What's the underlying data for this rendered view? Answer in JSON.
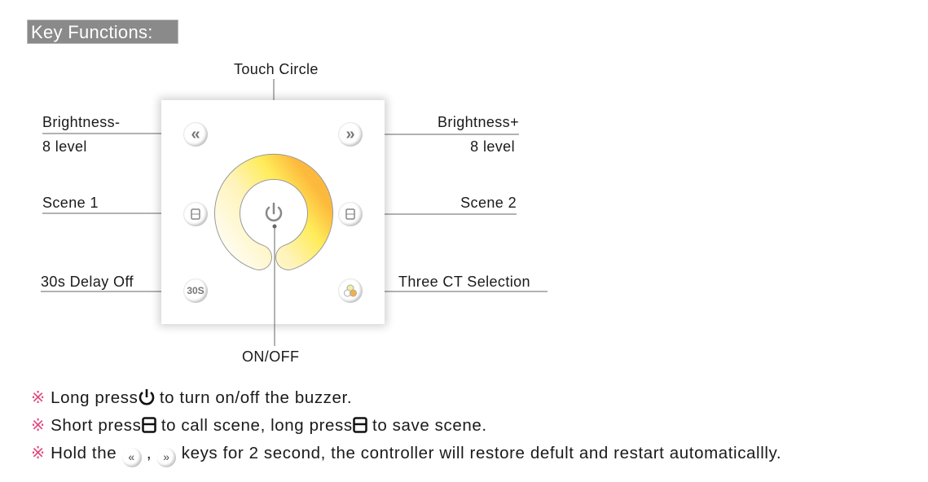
{
  "header": {
    "title": "Key Functions:"
  },
  "labels": {
    "touch_circle": "Touch Circle",
    "brightness_minus": "Brightness-",
    "brightness_minus_levels": "8 level",
    "brightness_plus": "Brightness+",
    "brightness_plus_levels": "8 level",
    "scene1": "Scene 1",
    "scene2": "Scene 2",
    "delay_off": "30s Delay Off",
    "ct_selection": "Three CT Selection",
    "on_off": "ON/OFF"
  },
  "panel": {
    "delay_button_text": "30S",
    "minus_glyph": "«",
    "plus_glyph": "»"
  },
  "notes": [
    {
      "mark": "※",
      "a": "Long press",
      "b": "to turn on/off the buzzer."
    },
    {
      "mark": "※",
      "a": "Short press",
      "b": "to call scene, long press",
      "c": "to save scene."
    },
    {
      "mark": "※",
      "a": "Hold the",
      "sep": ",",
      "b": "keys for 2 second, the controller will restore defult and restart automaticallly."
    }
  ],
  "colors": {
    "note_mark": "#e04a80",
    "header_bg": "#8a8a8a",
    "leader": "#666666"
  }
}
